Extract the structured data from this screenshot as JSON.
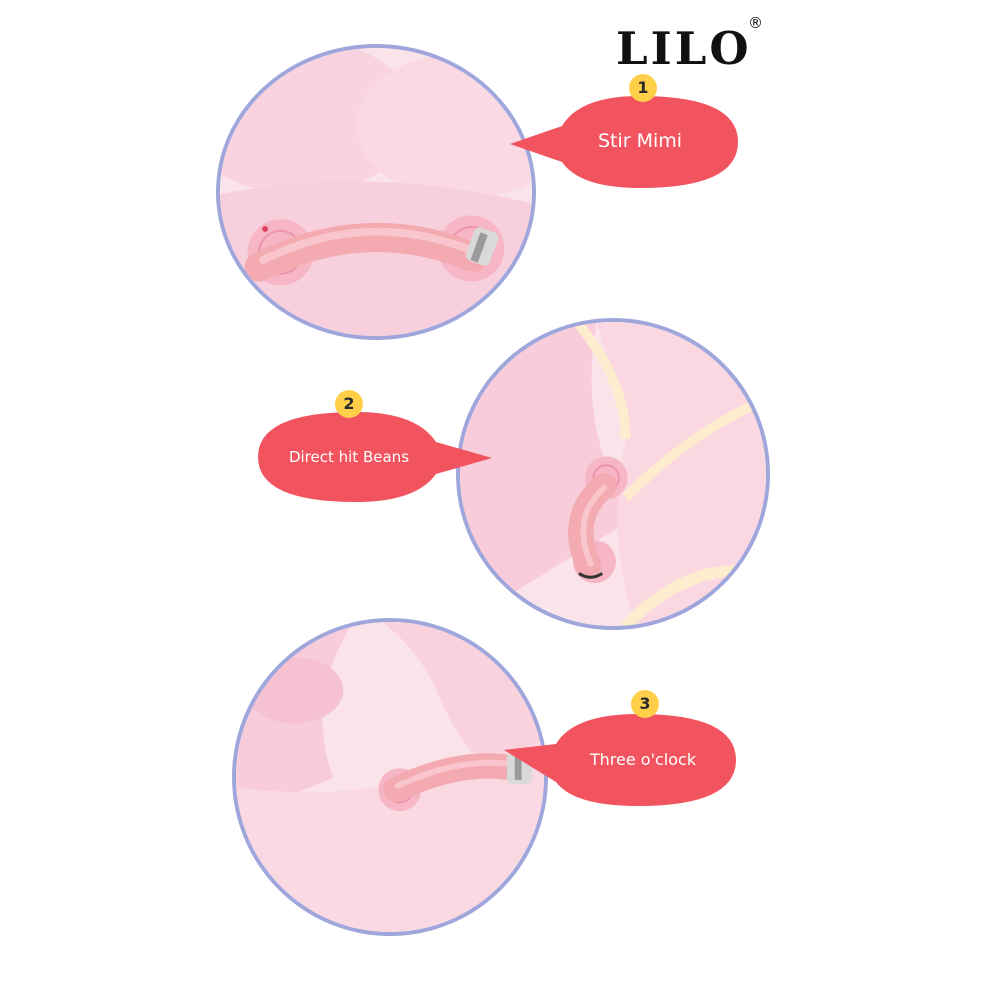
{
  "brand": {
    "logo": "LILO",
    "registered_mark": "®"
  },
  "steps": [
    {
      "number": "1",
      "label": "Stir Mimi"
    },
    {
      "number": "2",
      "label": "Direct hit Beans"
    },
    {
      "number": "3",
      "label": "Three o'clock"
    }
  ],
  "colors": {
    "bubble": "#f2545f",
    "badge": "#ffcf4a",
    "circle_border": "#9fa6dc",
    "skin": "#f9c9d8",
    "device": "#f3aab0"
  }
}
